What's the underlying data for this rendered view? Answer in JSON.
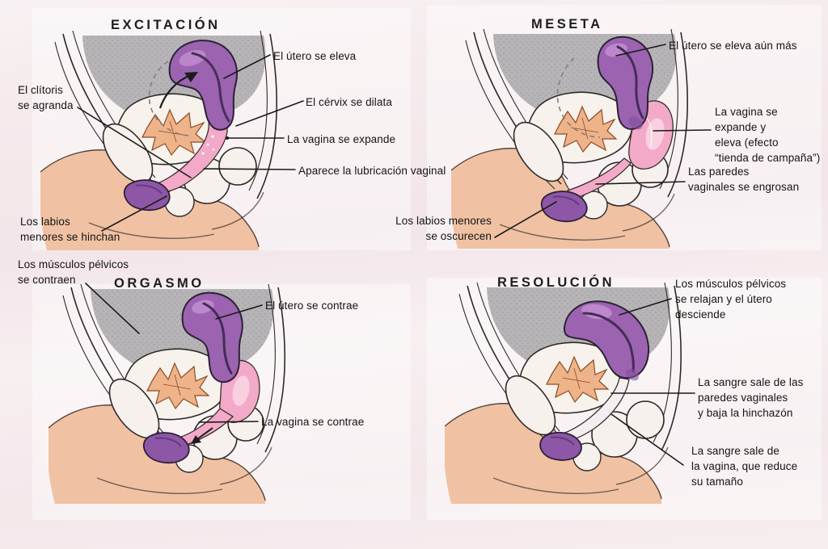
{
  "figure": {
    "title_note": "",
    "colors": {
      "page_background": "#f5eaec",
      "uterus_purple": "#9c63b0",
      "uterus_highlight": "#c490d4",
      "vagina_pink": "#f3a9c8",
      "vagina_light": "#fbd4e2",
      "labia_purple": "#8d56a6",
      "skin_peach": "#f0c2a3",
      "pelvic_gray": "#b5b2b5",
      "bladder_orange": "#eeb389",
      "label_text": "#141414",
      "leader_line": "#1b1b1b"
    },
    "panels": [
      {
        "id": "excitacion",
        "title": "EXCITACIÓN",
        "labels": {
          "utero": "El útero se eleva",
          "clitoris": "El clítoris\nse agranda",
          "cervix": "El cérvix se dilata",
          "vagina": "La vagina se expande",
          "lubricacion": "Aparece la lubricación vaginal",
          "labios": "Los labios\nmenores se hinchan"
        }
      },
      {
        "id": "meseta",
        "title": "MESETA",
        "labels": {
          "utero": "El útero se eleva aún más",
          "vagina": "La vagina se\nexpande y\neleva (efecto\n“tienda de campaña”)",
          "paredes": "Las paredes\nvaginales se engrosan",
          "labios": "Los labios menores\nse oscurecen"
        }
      },
      {
        "id": "orgasmo",
        "title": "ORGASMO",
        "labels": {
          "musculos": "Los músculos pélvicos\nse contraen",
          "utero": "El útero se contrae",
          "vagina": "La vagina se contrae"
        }
      },
      {
        "id": "resolucion",
        "title": "RESOLUCIÓN",
        "labels": {
          "musculos": "Los músculos pélvicos\nse relajan y el útero\ndesciende",
          "sangre_paredes": "La sangre sale de las\nparedes vaginales\ny baja la hinchazón",
          "sangre_vagina": "La sangre sale de\nla vagina, que reduce\nsu tamaño"
        }
      }
    ]
  }
}
